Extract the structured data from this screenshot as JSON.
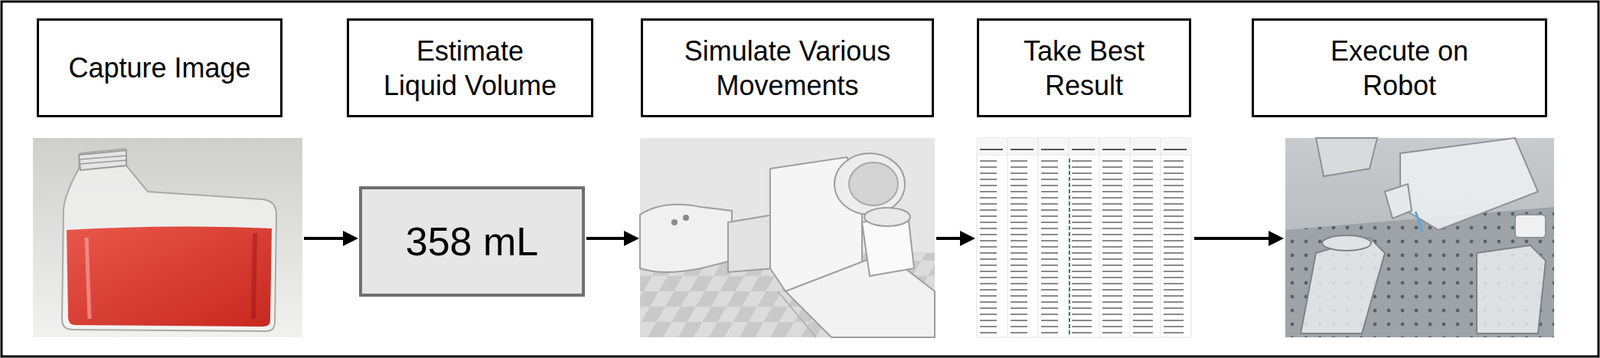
{
  "diagram": {
    "nodes": [
      {
        "text": [
          "Capture Image"
        ]
      },
      {
        "text": [
          "Estimate Liquid Volume"
        ]
      },
      {
        "text": [
          "Simulate Various Movements"
        ]
      },
      {
        "text": [
          "Take Best Result"
        ]
      },
      {
        "text": [
          "Execute on Robot"
        ]
      },
      {
        "text": [
          "358 mL"
        ]
      }
    ]
  }
}
